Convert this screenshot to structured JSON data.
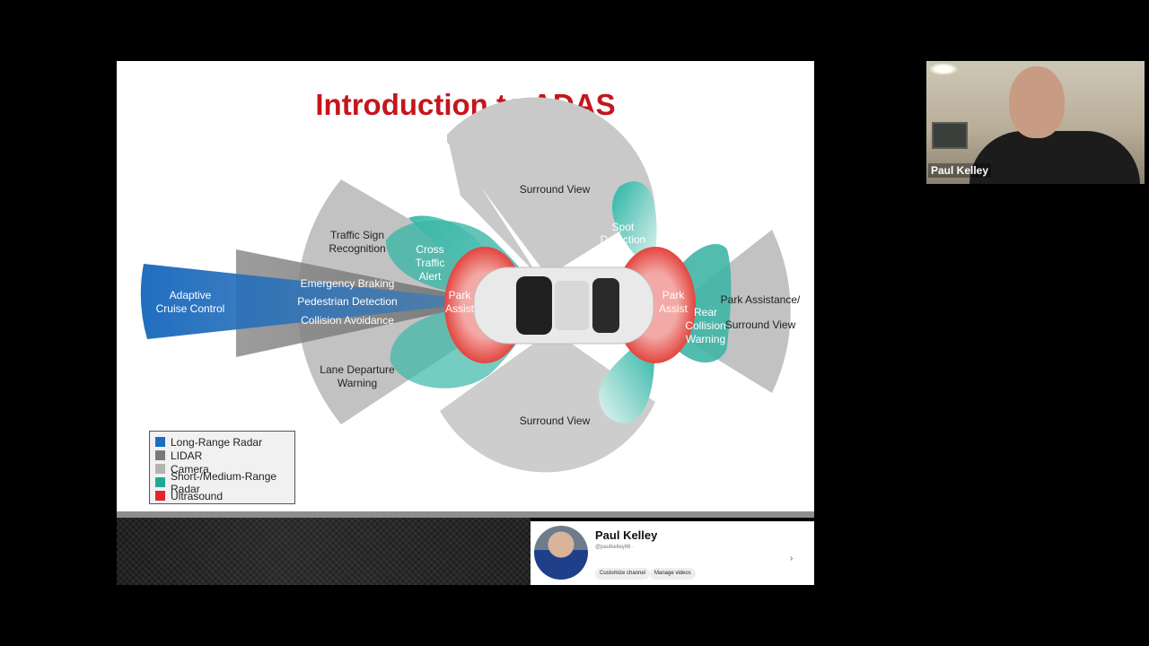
{
  "slide": {
    "title": "Introduction to ADAS",
    "labels": {
      "adaptive_cruise": [
        "Adaptive",
        "Cruise Control"
      ],
      "traffic_sign": [
        "Traffic Sign",
        "Recognition"
      ],
      "emergency_braking": "Emergency Braking",
      "pedestrian_detection": "Pedestrian Detection",
      "collision_avoidance": "Collision Avoidance",
      "lane_departure": [
        "Lane Departure",
        "Warning"
      ],
      "cross_traffic": [
        "Cross",
        "Traffic",
        "Alert"
      ],
      "park_assist_front": [
        "Park",
        "Assist"
      ],
      "surround_view_top": "Surround View",
      "surround_view_bottom": "Surround View",
      "spot_detection": [
        "Spot",
        "Detection"
      ],
      "park_assist_rear": [
        "Park",
        "Assist"
      ],
      "rear_collision": [
        "Rear",
        "Collision",
        "Warning"
      ],
      "park_assistance": [
        "Park Assistance/",
        "Surround View"
      ]
    },
    "legend": [
      {
        "label": "Long-Range Radar",
        "color": "#1a6ec0"
      },
      {
        "label": "LIDAR",
        "color": "#7a7a7a"
      },
      {
        "label": "Camera",
        "color": "#b4b4b4"
      },
      {
        "label": "Short-/Medium-Range Radar",
        "color": "#1fa89a"
      },
      {
        "label": "Ultrasound",
        "color": "#e0262a"
      }
    ]
  },
  "channel": {
    "name": "Paul Kelley",
    "handle": "@paulkelley86 ·",
    "chevron": "›",
    "customize_label": "Customize channel",
    "manage_label": "Manage videos"
  },
  "webcam": {
    "participant_name": "Paul Kelley"
  },
  "colors": {
    "title_red": "#c4161c",
    "long_range_radar": "#1a6ec0",
    "lidar": "#7a7a7a",
    "camera": "#b4b4b4",
    "short_medium_radar": "#1fa89a",
    "ultrasound": "#e0262a"
  }
}
